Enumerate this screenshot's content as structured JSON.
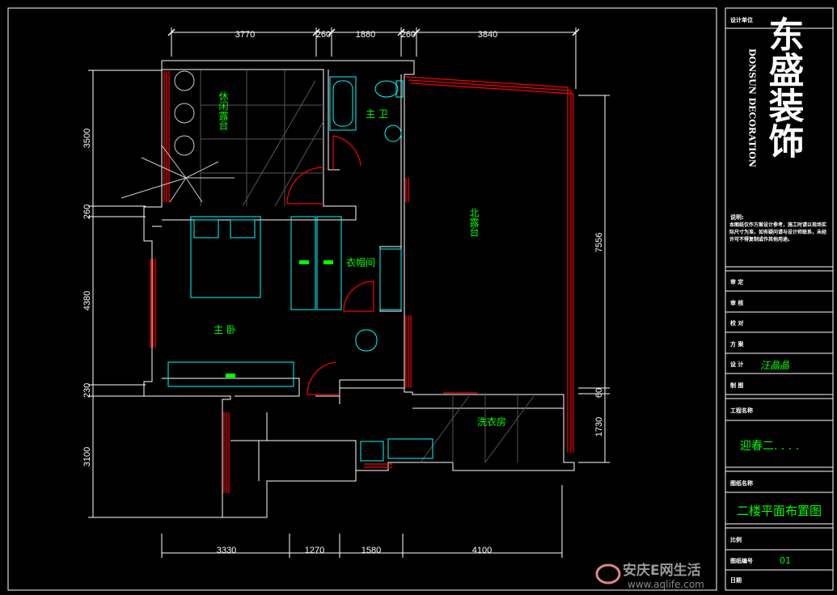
{
  "plan": {
    "dims_top": [
      "3770",
      "260",
      "1880",
      "260",
      "3840"
    ],
    "dims_bottom": [
      "3330",
      "1270",
      "1580",
      "4100"
    ],
    "dims_left": [
      "3500",
      "260",
      "4380",
      "230",
      "3100"
    ],
    "dims_right": [
      "7556",
      "60",
      "1730"
    ],
    "rooms": {
      "leisure_terrace": "休闲露台",
      "master_bath": "主 卫",
      "north_terrace": "北露台",
      "cloakroom": "衣帽间",
      "master_bedroom": "主 卧",
      "laundry": "洗衣房"
    }
  },
  "title_block": {
    "design_unit": "设计单位",
    "company_cn": "东盛装饰",
    "company_en": "DONSUN DECORATION",
    "notes_label": "说明:",
    "notes_text": "本图纸仅作方案设计参考，施工时请以现场实际尺寸为准，如有疑问请与设计师联系，未经许可不得复制或作其他用途。",
    "rows": [
      "审 定",
      "审 核",
      "校 对",
      "方 案",
      "设 计",
      "制 图"
    ],
    "designer": "汪晶晶",
    "project_label": "工程名称",
    "project_name": "迎春二. . . .",
    "drawing_label": "图纸名称",
    "drawing_name": "二楼平面布置图",
    "scale_label": "比例",
    "number_label": "图纸编号",
    "number_value": "01",
    "date_label": "日期"
  },
  "watermark": {
    "text": "安庆E网生活",
    "url": "www.aqlife.com"
  },
  "colors": {
    "wall": "#ffffff",
    "window": "#ff0000",
    "fixture": "#00ffff",
    "label": "#00ff00"
  }
}
